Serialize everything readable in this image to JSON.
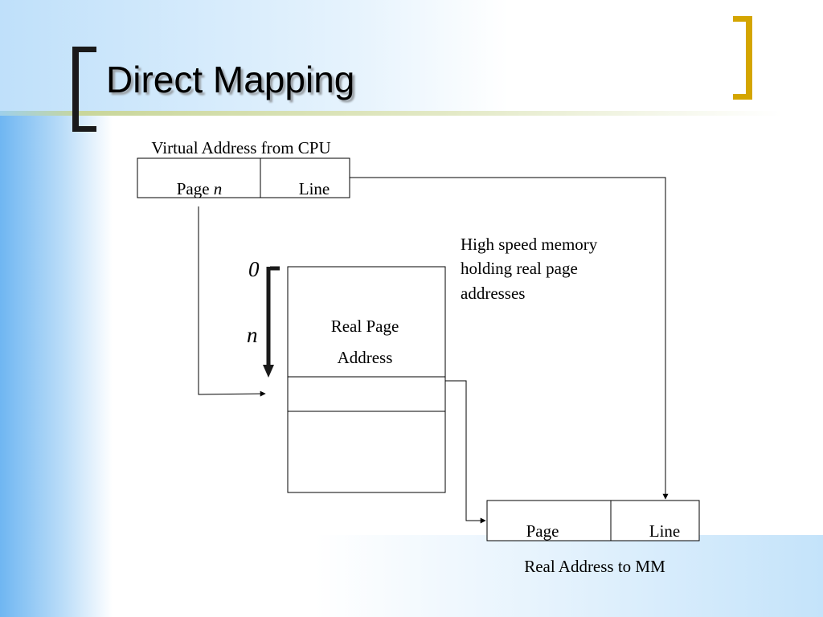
{
  "title": "Direct Mapping",
  "virtual_address": {
    "caption": "Virtual Address from CPU",
    "fields": {
      "page": "Page",
      "page_var": "n",
      "line": "Line"
    }
  },
  "page_table": {
    "caption_lines": [
      "High speed memory",
      "holding real page",
      "addresses"
    ],
    "label_lines": [
      "Real Page",
      "Address"
    ],
    "index_start": "0",
    "index_end": "n"
  },
  "real_address": {
    "caption": "Real Address to MM",
    "fields": {
      "page": "Page",
      "line": "Line"
    }
  },
  "colors": {
    "left_bracket": "#1a1a1a",
    "right_bracket": "#d4a500",
    "background_accent": "#6fb6f2",
    "lines": "#000000"
  }
}
